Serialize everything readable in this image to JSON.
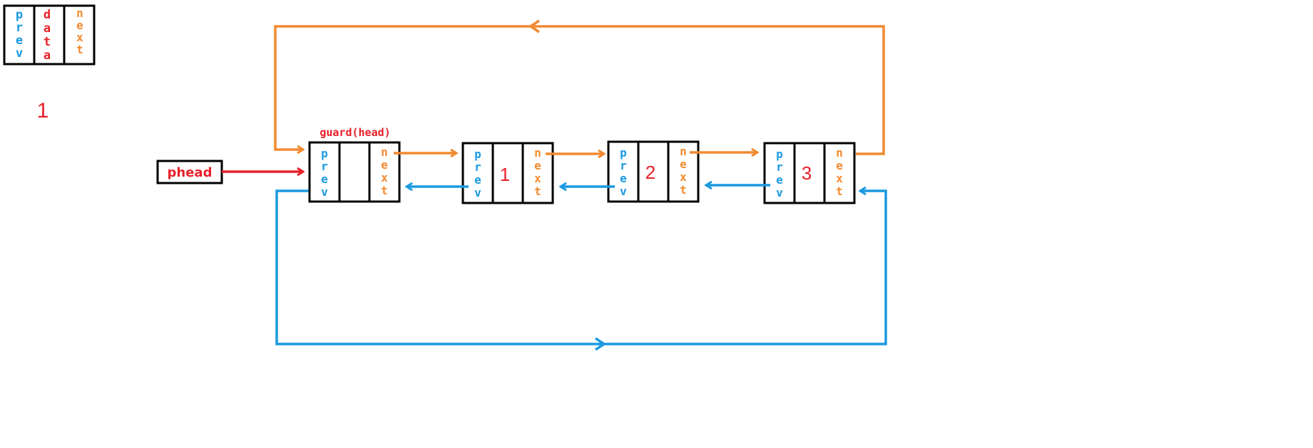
{
  "legend": {
    "prev_label": "prev",
    "data_label": "data",
    "next_label": "next",
    "example_value": "1"
  },
  "pointer": {
    "label": "phead"
  },
  "guard": {
    "label": "guard(head)"
  },
  "node_field_labels": {
    "prev": "prev",
    "next": "next"
  },
  "nodes": [
    {
      "value": ""
    },
    {
      "value": "1"
    },
    {
      "value": "2"
    },
    {
      "value": "3"
    }
  ],
  "colors": {
    "prev": "#1a9ae0",
    "next": "#f28a30",
    "data": "#e8202a",
    "border": "#000000"
  }
}
